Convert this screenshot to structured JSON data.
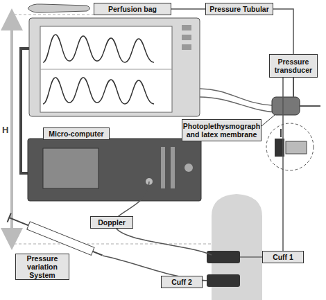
{
  "diagram": {
    "nodes": [
      {
        "text": [
          "Perfusion bag"
        ]
      },
      {
        "text": [
          "Pressure Tubular"
        ]
      },
      {
        "text": [
          "Pressure transducer"
        ]
      },
      {
        "text": [
          "Photoplethysmograph and latex membrane"
        ]
      },
      {
        "text": [
          "Micro-computer"
        ]
      },
      {
        "text": [
          "Doppler"
        ]
      },
      {
        "text": [
          "Cuff 1"
        ]
      },
      {
        "text": [
          "Cuff 2"
        ]
      },
      {
        "text": [
          "Pressure variation System"
        ]
      }
    ],
    "edges": [
      {
        "from": 0,
        "to": 1,
        "arrow": "none"
      },
      {
        "from": 1,
        "to": 2,
        "arrow": "none"
      },
      {
        "from": 2,
        "to": 6,
        "arrow": "none"
      }
    ],
    "labels": [
      "H"
    ]
  }
}
